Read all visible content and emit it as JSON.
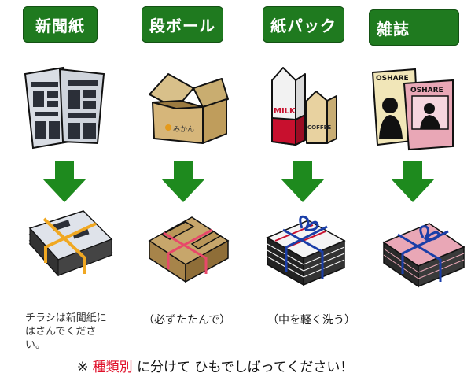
{
  "categories": [
    {
      "label": "新聞紙",
      "item_icon": "newspaper-icon",
      "bundle_icon": "newspaper-bundle-icon",
      "note": "チラシは新聞紙にはさんでください。"
    },
    {
      "label": "段ボール",
      "item_icon": "cardboard-box-icon",
      "bundle_icon": "cardboard-bundle-icon",
      "box_print": "みかん",
      "note": "（必ずたたんで）"
    },
    {
      "label": "紙パック",
      "item_icon": "milk-carton-icon",
      "bundle_icon": "carton-bundle-icon",
      "carton_texts": [
        "MILK",
        "COFFEE"
      ],
      "note": "（中を軽く洗う）"
    },
    {
      "label": "雑誌",
      "item_icon": "magazine-icon",
      "bundle_icon": "magazine-bundle-icon",
      "magazine_titles": [
        "OSHARE",
        "OSHARE"
      ],
      "note": ""
    }
  ],
  "footer": {
    "prefix": "※",
    "highlight": "種類別",
    "rest": "に分けて ひもでしばってください！"
  },
  "colors": {
    "label_green": "#1f7a1f",
    "arrow_green": "#1e8a1e",
    "highlight_red": "#e0102a"
  }
}
